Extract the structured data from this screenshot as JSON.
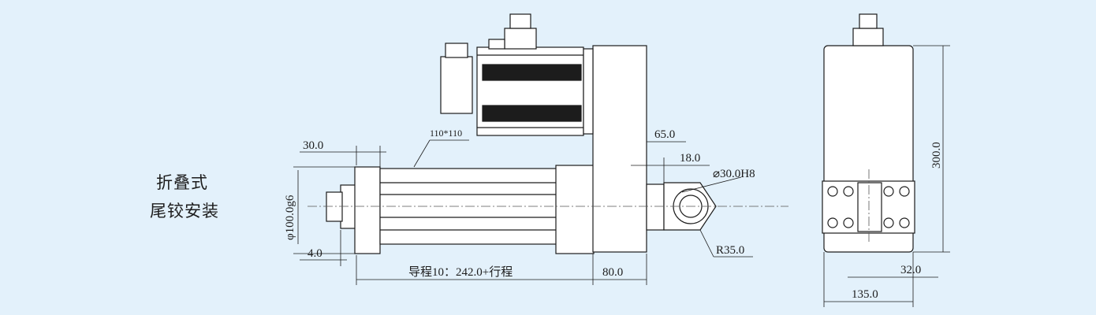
{
  "title": {
    "line1": "折叠式",
    "line2": "尾铰安装"
  },
  "dims": {
    "motor_flange": "110*110",
    "flange_offset": "30.0",
    "rod_diameter": "φ100.0g6",
    "rod_offset": "4.0",
    "stroke_length": "导程10：242.0+行程",
    "rear_length": "80.0",
    "clevis_width": "65.0",
    "clevis_offset": "18.0",
    "pin_bore": "⌀30.0H8",
    "clevis_radius": "R35.0",
    "height": "300.0",
    "center_offset": "32.0",
    "width": "135.0"
  },
  "colors": {
    "background": "#e3f1fb",
    "line": "#1c1c1c",
    "fill": "#ffffff"
  }
}
